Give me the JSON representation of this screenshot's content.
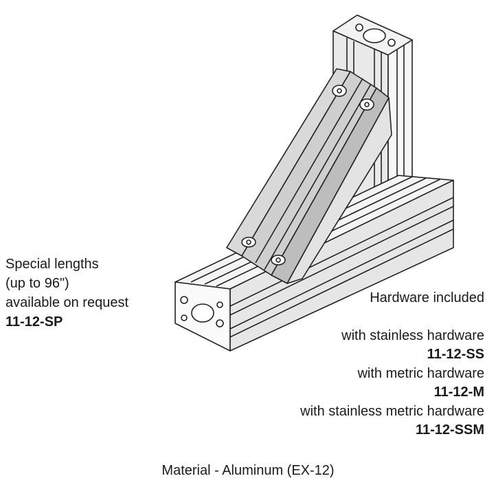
{
  "special": {
    "line1": "Special lengths",
    "line2": "(up to  96\")",
    "line3": "available on request",
    "part": "11-12-SP"
  },
  "hardware": {
    "included": "Hardware included",
    "options": [
      {
        "label": "with stainless hardware",
        "part": "11-12-SS"
      },
      {
        "label": "with metric hardware",
        "part": "11-12-M"
      },
      {
        "label": "with stainless metric hardware",
        "part": "11-12-SSM"
      }
    ]
  },
  "material": "Material - Aluminum (EX-12)",
  "colors": {
    "stroke": "#222222",
    "metal": "#ececec",
    "bracket": "#d0d0d0"
  }
}
